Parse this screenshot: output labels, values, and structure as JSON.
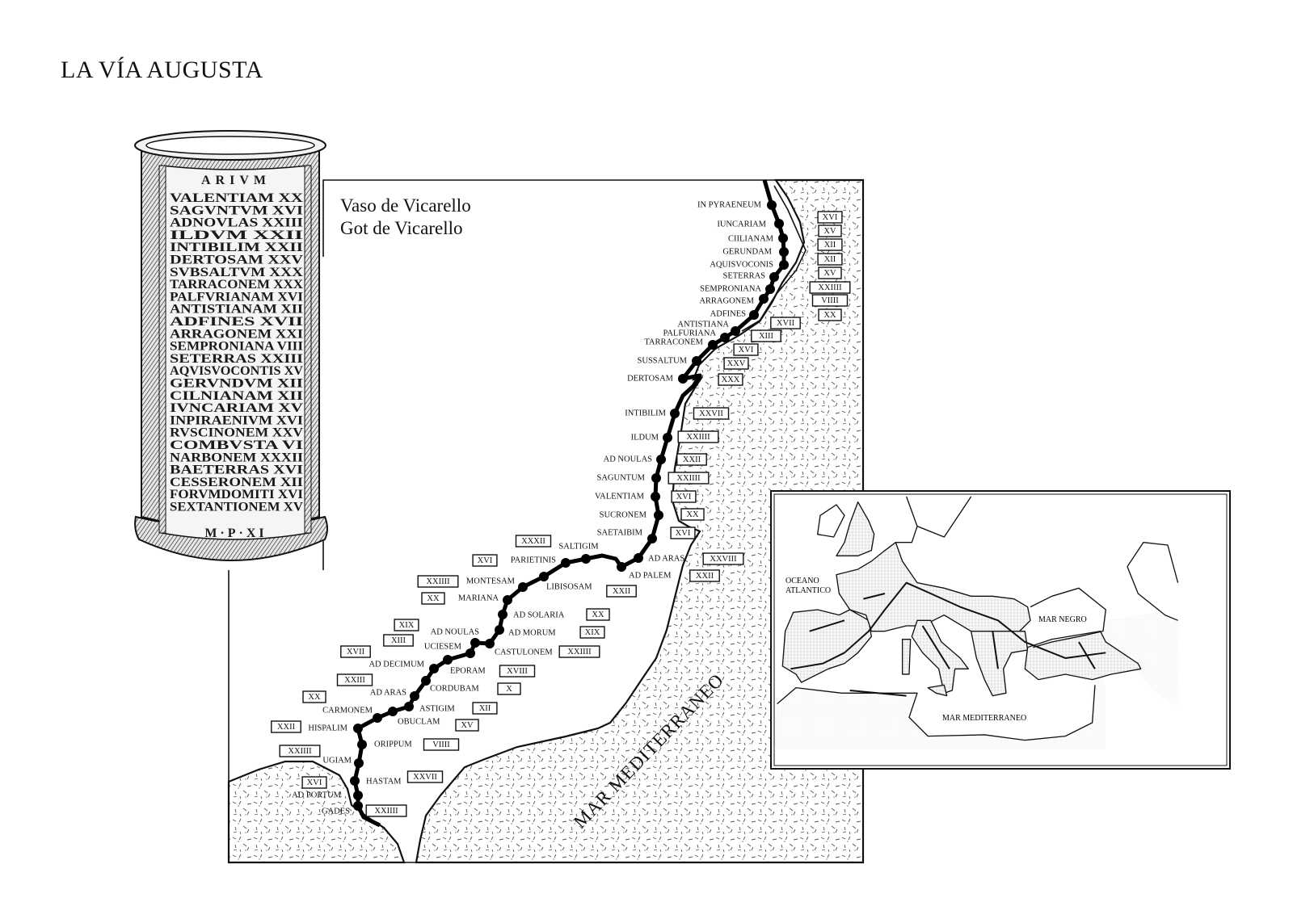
{
  "title": "LA VÍA AUGUSTA",
  "vase": {
    "label_es": "Vaso de Vicarello",
    "label_ca": "Got de Vicarello",
    "header": "ARIVM",
    "footer": "M·P·XI",
    "lines": [
      "VALENTIAM XX",
      "SAGVNTVM XVI",
      "ADNOVLAS XXIII",
      "ILDVM XXII",
      "INTIBILIM XXII",
      "DERTOSAM XXV",
      "SVBSALTVM XXX",
      "TARRACONEM XXX",
      "PALFVRIANAM XVI",
      "ANTISTIANAM XII",
      "ADFINES XVII",
      "ARRAGONEM XXI",
      "SEMPRONIANA VIII",
      "SETERRAS XXIII",
      "AQVISVOCONTIS XV",
      "GERVNDVM XII",
      "CILNIANAM XII",
      "IVNCARIAM XV",
      "INPIRAENIVM XVI",
      "RVSCINONEM XXV",
      "COMBVSTA VI",
      "NARBONEM XXXII",
      "BAETERRAS XVI",
      "CESSERONEM XII",
      "FORVMDOMITI XVI",
      "SEXTANTIONEM XV"
    ]
  },
  "stations": [
    "IN PYRAENEUM",
    "IUNCARIAM",
    "CIILIANAM",
    "GERUNDAM",
    "AQUISVOCONIS",
    "SETERRAS",
    "SEMPRONIANA",
    "ARRAGONEM",
    "ADFINES",
    "ANTISTIANA",
    "PALFURIANA",
    "TARRACONEM",
    "SUSSALTUM",
    "DERTOSAM",
    "INTIBILIM",
    "ILDUM",
    "AD NOULAS",
    "SAGUNTUM",
    "VALENTIAM",
    "SUCRONEM",
    "SAETAIBIM",
    "AD ARAS",
    "AD PALEM",
    "SALTIGIM",
    "PARIETINIS",
    "LIBISOSAM",
    "MONTESAM",
    "MARIANA",
    "AD SOLARIA",
    "AD MORUM",
    "CASTULONEM",
    "AD NOULAS",
    "UCIESEM",
    "AD DECIMUM",
    "EPORAM",
    "CORDUBAM",
    "AD ARAS",
    "ASTIGIM",
    "CARMONEM",
    "OBUCLAM",
    "HISPALIM",
    "ORIPPUM",
    "UGIAM",
    "HASTAM",
    "AD PORTUM",
    "GADES"
  ],
  "milestones": [
    "XVI",
    "XV",
    "XII",
    "XII",
    "XV",
    "XXIIII",
    "VIIII",
    "XX",
    "XVII",
    "XIII",
    "XVI",
    "XXV",
    "XXX",
    "XXVII",
    "XXIIII",
    "XXII",
    "XXIIII",
    "XVI",
    "XX",
    "XVI",
    "XXVIII",
    "XXII",
    "XXXII",
    "XVI",
    "XXIIII",
    "XXII",
    "XX",
    "XX",
    "XIX",
    "XIX",
    "XIII",
    "XXIIII",
    "XVII",
    "XVIII",
    "XXIII",
    "X",
    "XX",
    "XII",
    "XV",
    "XXII",
    "VIIII",
    "XXIIII",
    "XXVII",
    "XVI",
    "XXIIII"
  ],
  "sea_label": "MAR MEDITERRANEO",
  "inset": {
    "atlantic_1": "OCEANO",
    "atlantic_2": "ATLANTICO",
    "black_sea": "MAR NEGRO",
    "mediterranean": "MAR MEDITERRANEO"
  }
}
